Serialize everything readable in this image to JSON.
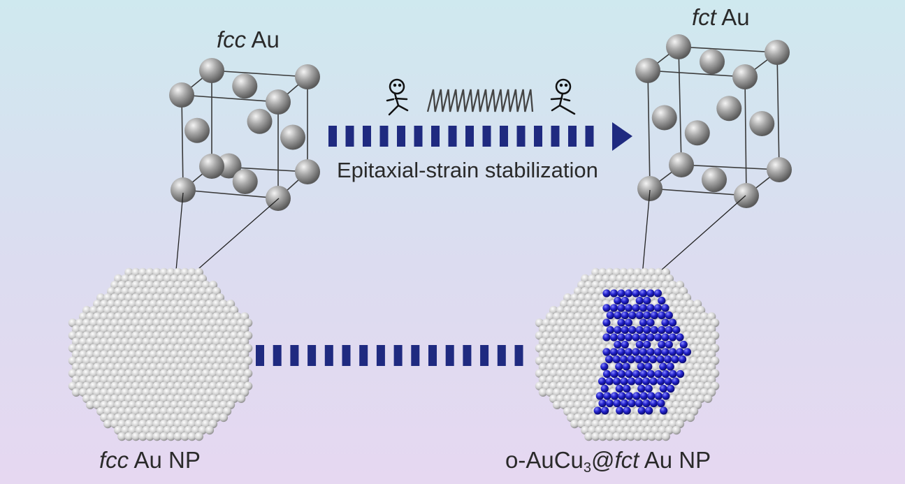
{
  "labels": {
    "fcc_cell_italic": "fcc",
    "fcc_cell_rest": " Au",
    "fct_cell_italic": "fct",
    "fct_cell_rest": " Au",
    "process": "Epitaxial-strain stabilization",
    "fcc_np_italic": "fcc",
    "fcc_np_rest": " Au NP",
    "fct_np_prefix": "o-AuCu",
    "fct_np_sub": "3",
    "fct_np_at": "@",
    "fct_np_italic": "fct",
    "fct_np_rest": " Au NP"
  },
  "colors": {
    "background_top": "#cfe9ef",
    "background_bottom": "#e6d8f1",
    "arrow": "#1f2a80",
    "au_atom": "#9a9a9a",
    "nanoparticle_atom": "#d2d2d2",
    "cu_atom": "#2222cc",
    "line": "#444444"
  },
  "icons": [
    "stick-figure-pulling-icon",
    "spring-icon",
    "stick-figure-pulling-icon"
  ]
}
